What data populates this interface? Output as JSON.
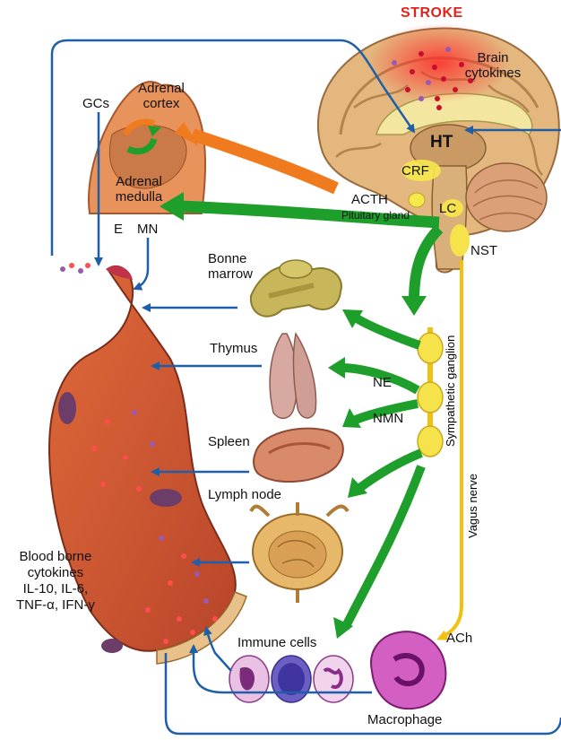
{
  "title": "STROKE",
  "labels": {
    "brain_cytokines": "Brain\ncytokines",
    "ht": "HT",
    "crf": "CRF",
    "acth": "ACTH",
    "pituitary": "Pituitary gland",
    "lc": "LC",
    "nst": "NST",
    "gcs": "GCs",
    "adrenal_cortex": "Adrenal\ncortex",
    "adrenal_medulla": "Adrenal\nmedulla",
    "e": "E",
    "mn": "MN",
    "bone_marrow": "Bonne\nmarrow",
    "thymus": "Thymus",
    "spleen": "Spleen",
    "lymph_node": "Lymph node",
    "ne": "NE",
    "nmn": "NMN",
    "sympathetic_ganglion": "Sympathetic ganglion",
    "vagus_nerve": "Vagus nerve",
    "blood_cytokines": "Blood borne\ncytokines\nIL-10, IL-6,\nTNF-α, IFN-γ",
    "immune_cells": "Immune cells",
    "ach": "ACh",
    "macrophage": "Macrophage"
  },
  "colors": {
    "stroke_red": "#e2231a",
    "signal_blue": "#1f5fa8",
    "sympathetic_green": "#1e9e2a",
    "adrenal_orange": "#f07a1e",
    "vagus_yellow": "#f2c10f"
  }
}
